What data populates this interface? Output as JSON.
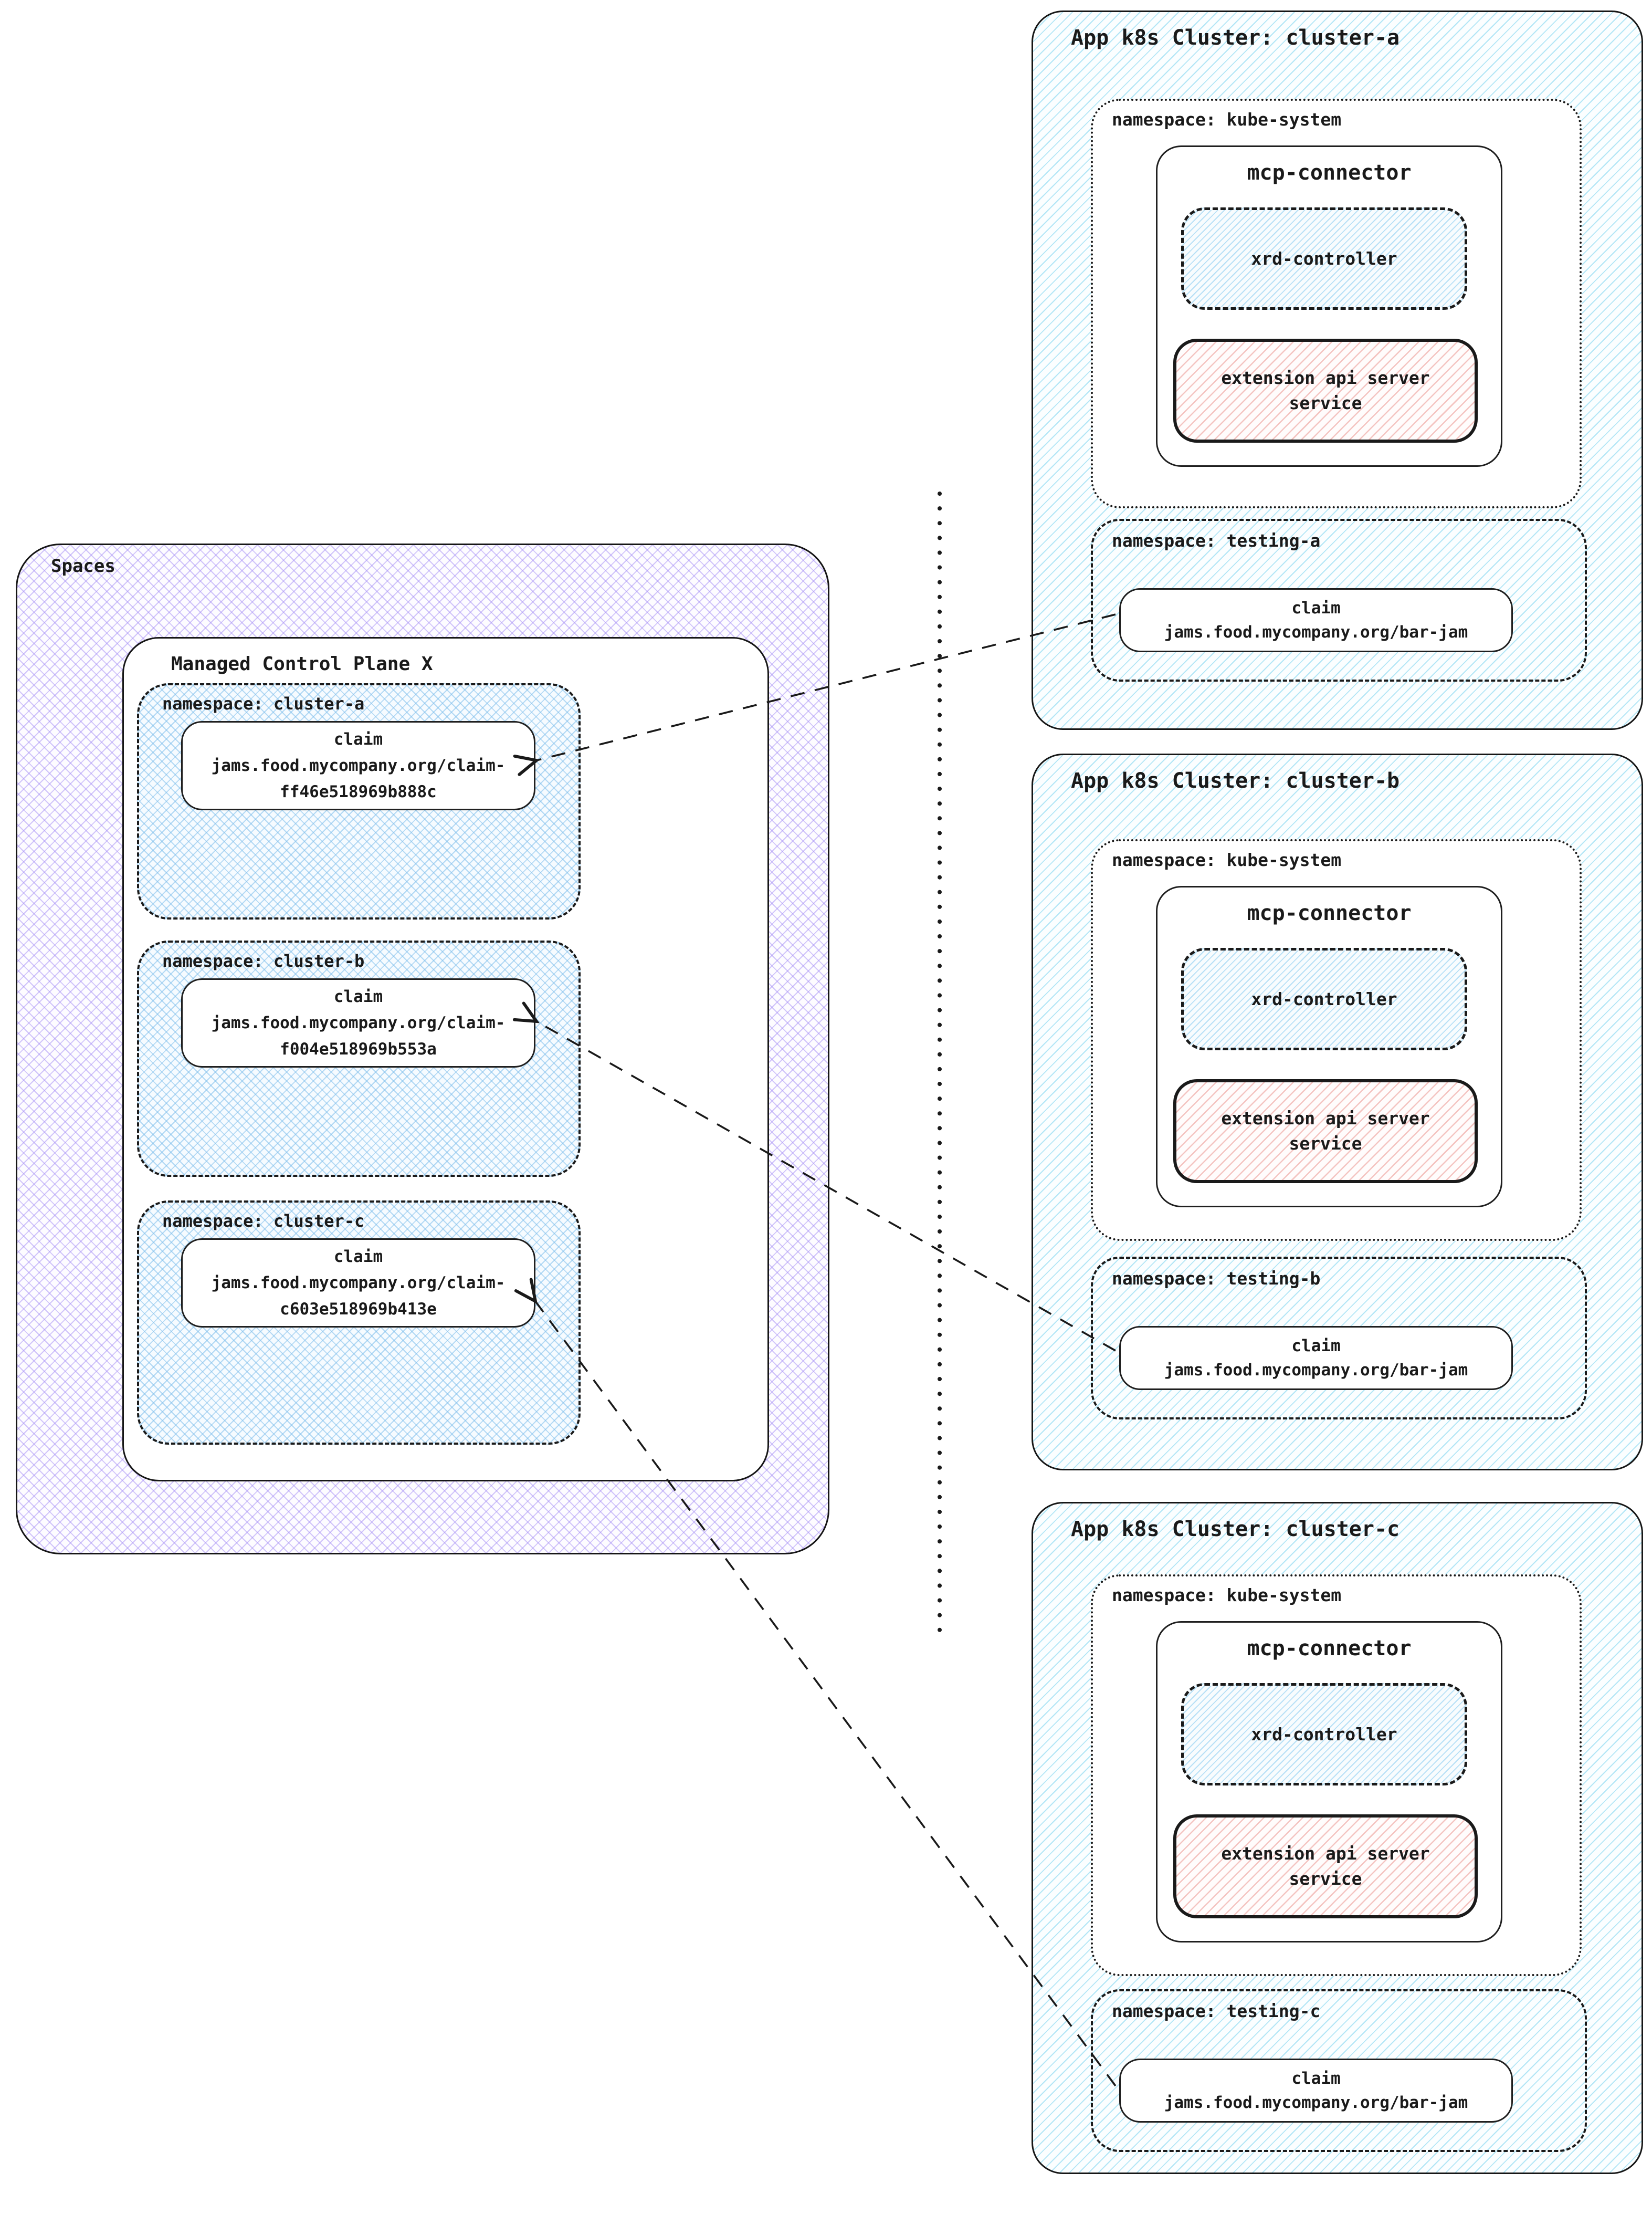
{
  "diagram_title": "Spaces managed control plane to app clusters claim propagation",
  "colors": {
    "ink": "#1a1a1a",
    "purple_hatch": "#a58ef5",
    "blue_crosshatch": "#7dbeeb",
    "cyan_hatch": "#78d2ee",
    "pink_hatch": "#eb9691"
  },
  "spaces": {
    "label": "Spaces",
    "control_plane": {
      "title": "Managed Control Plane X",
      "namespaces": [
        {
          "label": "namespace: cluster-a",
          "claim": "claim\njams.food.mycompany.org/claim-\nff46e518969b888c"
        },
        {
          "label": "namespace: cluster-b",
          "claim": "claim\njams.food.mycompany.org/claim-\nf004e518969b553a"
        },
        {
          "label": "namespace: cluster-c",
          "claim": "claim\njams.food.mycompany.org/claim-\nc603e518969b413e"
        }
      ]
    }
  },
  "clusters": [
    {
      "title": "App k8s Cluster: cluster-a",
      "system_namespace": {
        "label": "namespace: kube-system",
        "connector": {
          "title": "mcp-connector",
          "xrd_controller": "xrd-controller",
          "extension_api": "extension api server\nservice"
        }
      },
      "testing_namespace": {
        "label": "namespace: testing-a",
        "claim": "claim\njams.food.mycompany.org/bar-jam"
      }
    },
    {
      "title": "App k8s Cluster: cluster-b",
      "system_namespace": {
        "label": "namespace: kube-system",
        "connector": {
          "title": "mcp-connector",
          "xrd_controller": "xrd-controller",
          "extension_api": "extension api server\nservice"
        }
      },
      "testing_namespace": {
        "label": "namespace: testing-b",
        "claim": "claim\njams.food.mycompany.org/bar-jam"
      }
    },
    {
      "title": "App k8s Cluster: cluster-c",
      "system_namespace": {
        "label": "namespace: kube-system",
        "connector": {
          "title": "mcp-connector",
          "xrd_controller": "xrd-controller",
          "extension_api": "extension api server\nservice"
        }
      },
      "testing_namespace": {
        "label": "namespace: testing-c",
        "claim": "claim\njams.food.mycompany.org/bar-jam"
      }
    }
  ]
}
